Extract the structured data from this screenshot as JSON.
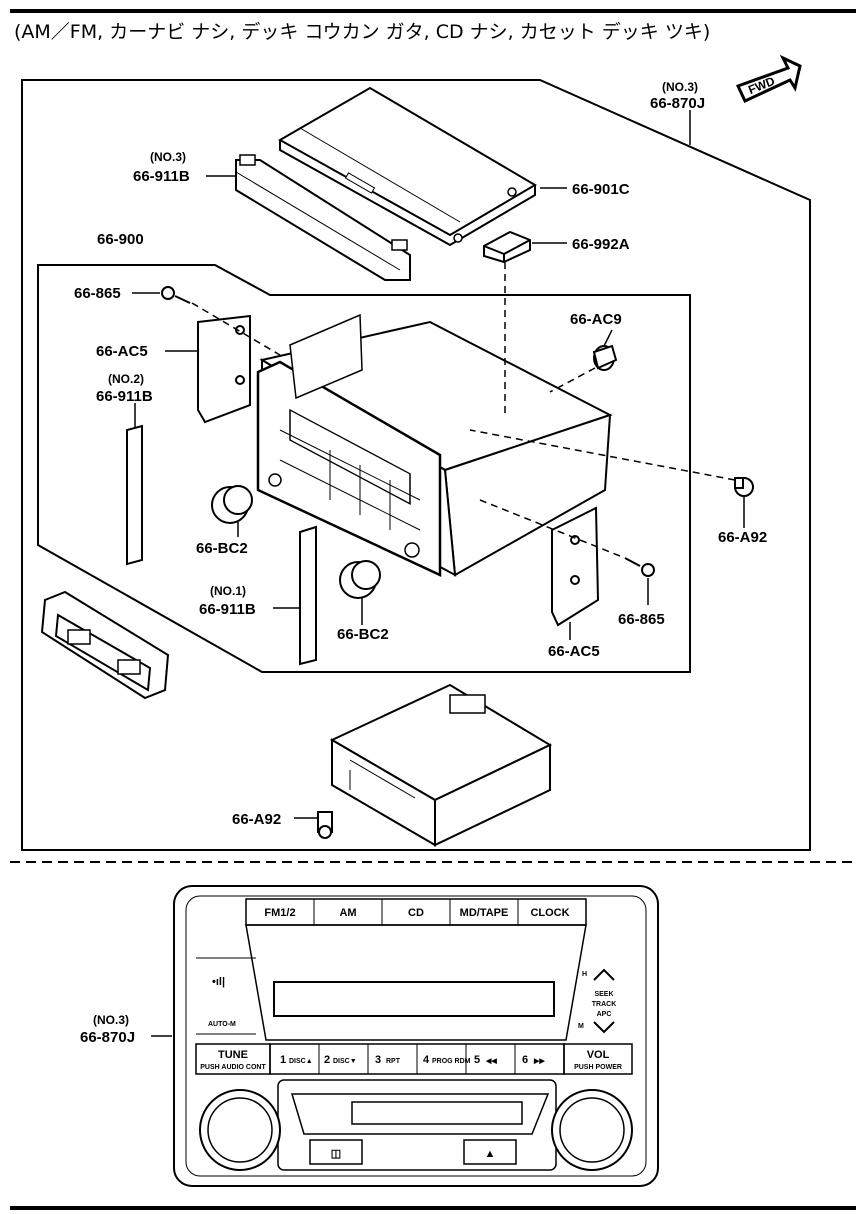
{
  "header": {
    "spec": "(AM／FM, カーナビ ナシ, デッキ コウカン ガタ, CD ナシ, カセット デッキ ツキ)"
  },
  "direction": {
    "fwd": "FWD"
  },
  "labels": {
    "p870j_top_no": "(NO.3)",
    "p870j_top": "66-870J",
    "p911b_no3_no": "(NO.3)",
    "p911b_no3": "66-911B",
    "p901c": "66-901C",
    "p992a": "66-992A",
    "p900": "66-900",
    "p865_left": "66-865",
    "pac5_left": "66-AC5",
    "pac9": "66-AC9",
    "p911b_no2_no": "(NO.2)",
    "p911b_no2": "66-911B",
    "pa92_right": "66-A92",
    "pbc2_left": "66-BC2",
    "p911b_no1_no": "(NO.1)",
    "p911b_no1": "66-911B",
    "pbc2_center": "66-BC2",
    "p865_right": "66-865",
    "pac5_right": "66-AC5",
    "pa92_bottom": "66-A92",
    "p870j_front_no": "(NO.3)",
    "p870j_front": "66-870J"
  },
  "faceplate": {
    "top_buttons": [
      "FM1/2",
      "AM",
      "CD",
      "MD/TAPE",
      "CLOCK"
    ],
    "signal": "•ıl|",
    "auto_m": "AUTO-M",
    "seek_h": "H",
    "seek_m": "M",
    "seek_lines": [
      "SEEK",
      "TRACK",
      "APC"
    ],
    "tune": "TUNE",
    "tune_sub": "PUSH AUDIO CONT",
    "presets": [
      {
        "num": "1",
        "label": "DISC▲"
      },
      {
        "num": "2",
        "label": "DISC▼"
      },
      {
        "num": "3",
        "label": "RPT"
      },
      {
        "num": "4",
        "label": "PROG RDM"
      },
      {
        "num": "5",
        "label": "◀◀"
      },
      {
        "num": "6",
        "label": "▶▶"
      }
    ],
    "vol": "VOL",
    "vol_sub": "PUSH POWER",
    "cassette_btn": "◫",
    "eject_btn": "▲"
  }
}
